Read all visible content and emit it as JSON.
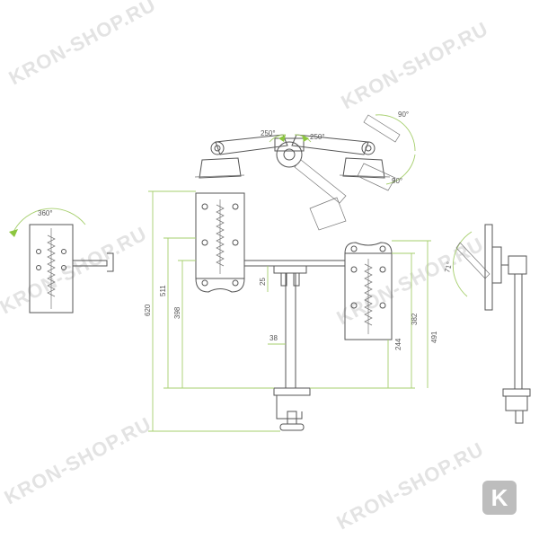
{
  "watermark": {
    "text": "KRON-SHOP.RU"
  },
  "logo": {
    "letter": "K"
  },
  "dimensions": {
    "overall_height": "620",
    "arm_height": "511",
    "mid_height": "398",
    "offset": "25",
    "pole_width": "38",
    "lower_height": "244",
    "right_height": "382",
    "right_total": "491"
  },
  "angles": {
    "rotate_left": "360°",
    "swivel_left": "250°",
    "swivel_right": "250°",
    "tilt_top": "90°",
    "tilt_bottom": "90°",
    "tilt_side": "71°"
  }
}
